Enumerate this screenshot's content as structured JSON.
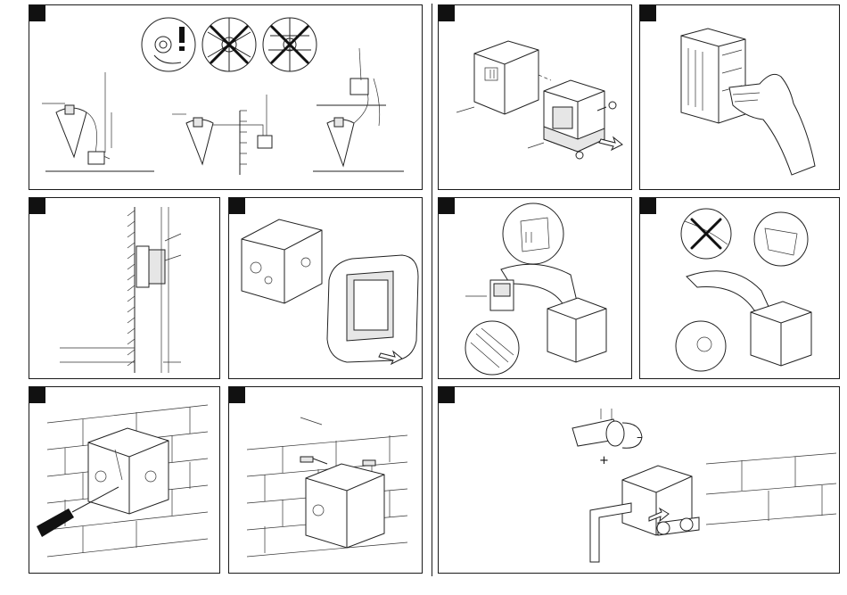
{
  "page": {
    "background": "#ffffff",
    "line_color": "#1a1a1a",
    "step_badge_color": "#111111"
  },
  "panels": [
    {
      "id": "p1",
      "icons": [
        "socket-correct-icon",
        "socket-wrong-icon",
        "socket-wrong-icon"
      ]
    },
    {
      "id": "p2"
    },
    {
      "id": "p3"
    },
    {
      "id": "p4"
    },
    {
      "id": "p5"
    },
    {
      "id": "p6"
    },
    {
      "id": "p7"
    },
    {
      "id": "p8"
    },
    {
      "id": "p9"
    },
    {
      "id": "p10"
    },
    {
      "id": "p11",
      "symbols": {
        "minus": "–",
        "plus": "+"
      }
    }
  ]
}
